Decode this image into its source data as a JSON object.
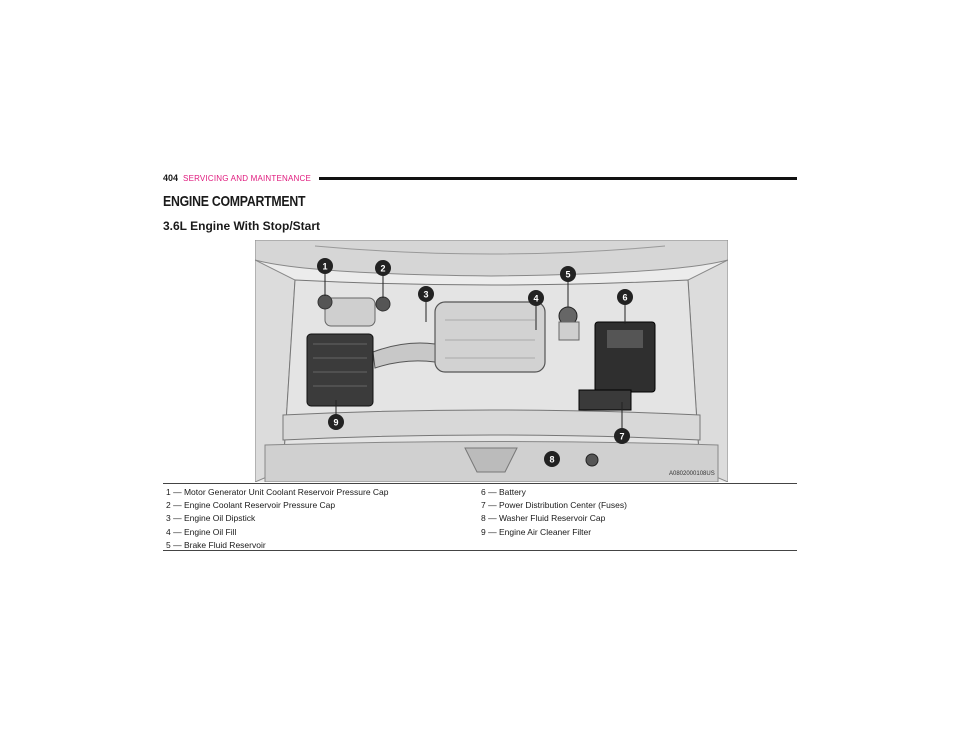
{
  "header": {
    "page_number": "404",
    "section": "SERVICING AND MAINTENANCE"
  },
  "title": "ENGINE COMPARTMENT",
  "subtitle": "3.6L Engine With Stop/Start",
  "figure": {
    "code": "A0802000108US",
    "callouts": [
      "1",
      "2",
      "3",
      "4",
      "5",
      "6",
      "7",
      "8",
      "9"
    ]
  },
  "legend": {
    "left": [
      "1 — Motor Generator Unit Coolant Reservoir Pressure Cap",
      "2 — Engine Coolant Reservoir Pressure Cap",
      "3 — Engine Oil Dipstick",
      "4 — Engine Oil Fill",
      "5 — Brake Fluid Reservoir"
    ],
    "right": [
      "6 — Battery",
      "7 — Power Distribution Center (Fuses)",
      "8 — Washer Fluid Reservoir Cap",
      "9 — Engine Air Cleaner Filter"
    ]
  }
}
